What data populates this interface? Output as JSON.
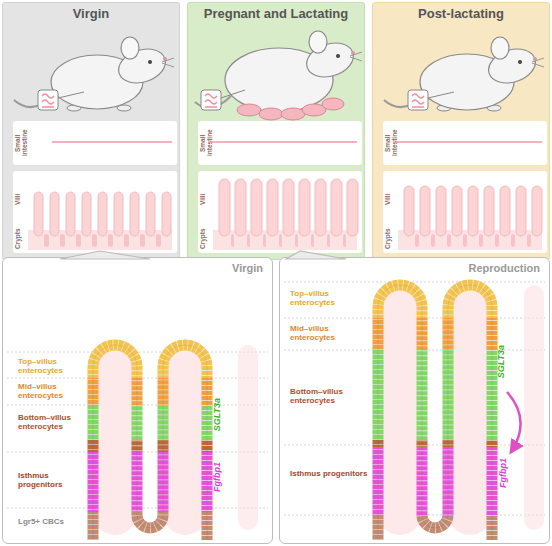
{
  "diagram": {
    "nodes": [
      {
        "text": [
          "Virgin"
        ]
      },
      {
        "text": [
          "Small intestine"
        ],
        "in": 0
      },
      {
        "text": [
          "Villi",
          "Crypts"
        ],
        "in": 0
      },
      {
        "text": [
          "Pregnant and Lactating"
        ]
      },
      {
        "text": [
          "Small intestine"
        ],
        "in": 3
      },
      {
        "text": [
          "Villi",
          "Crypts"
        ],
        "in": 3
      },
      {
        "text": [
          "Post-lactating"
        ]
      },
      {
        "text": [
          "Small intestine"
        ],
        "in": 6
      },
      {
        "text": [
          "Villi",
          "Crypts"
        ],
        "in": 6
      },
      {
        "text": [
          "Virgin"
        ]
      },
      {
        "text": [
          "Reproduction"
        ]
      }
    ],
    "labels": [
      "Top–villus enterocytes",
      "Mid–villus enterocytes",
      "Bottom–villus enterocytes",
      "SGLT3a",
      "Isthmus progenitors",
      "Fgfbp1",
      "Lgr5+ CBCs",
      "Top–villus enterocytes",
      "Mid–villus enterocytes",
      "Bottom–villus enterocytes",
      "SGLT3a",
      "Isthmus progenitors",
      "Fgfbp1"
    ]
  }
}
